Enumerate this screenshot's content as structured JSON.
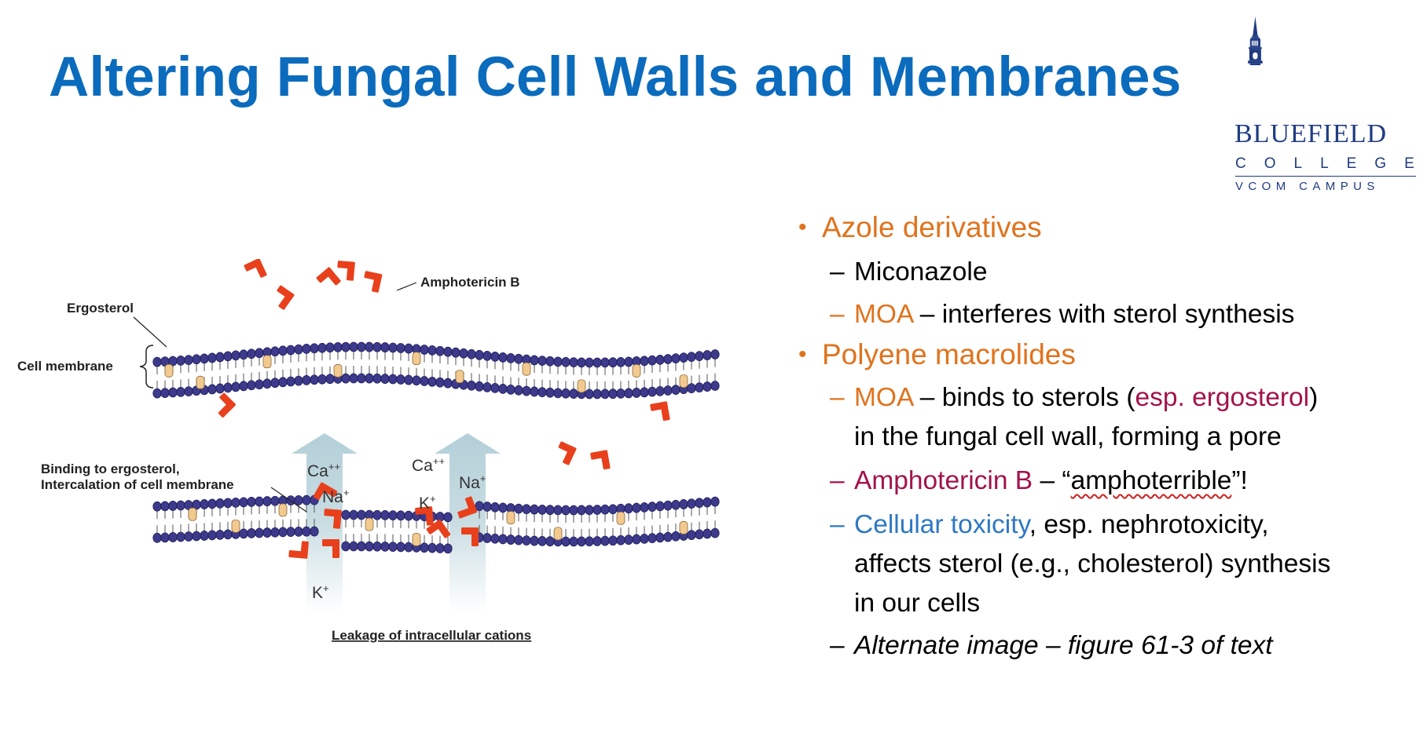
{
  "slide": {
    "title": "Altering Fungal Cell Walls and Membranes"
  },
  "logo": {
    "line1": "BLUEFIELD",
    "line2": "COLLEGE",
    "line3": "VCOM CAMPUS",
    "icon": "chapel-tower-icon",
    "color": "#1f3b82"
  },
  "diagram": {
    "labels": {
      "drug": "Amphotericin B",
      "ergosterol": "Ergosterol",
      "cell_membrane": "Cell membrane",
      "binding_line1": "Binding to ergosterol,",
      "binding_line2": "Intercalation of cell membrane",
      "leakage": "Leakage of intracellular cations"
    },
    "ions": {
      "ca": "Ca",
      "ca_charge": "++",
      "na": "Na",
      "na_charge": "+",
      "k": "K",
      "k_charge": "+"
    },
    "colors": {
      "drug": "#e8401c",
      "lipid_head": "#3d3a8c",
      "sterol": "#f2c98e",
      "arrow": "#c9dde3"
    }
  },
  "bullets": {
    "colors": {
      "accent": "#e0731d",
      "maroon": "#a3124b",
      "blue": "#2e78c2",
      "title": "#0b6bbd"
    },
    "azole": {
      "heading": "Azole derivatives",
      "item1": "Miconazole",
      "moa_label": "MOA",
      "moa_text": " – interferes with sterol synthesis"
    },
    "polyene": {
      "heading": "Polyene macrolides",
      "moa_label": "MOA",
      "moa_text1": " – binds to sterols (",
      "moa_esp": "esp. ergosterol",
      "moa_text2": ")",
      "moa_line2": "in the fungal cell wall, forming a pore",
      "ampho_label": "Amphotericin B",
      "ampho_text1": " – “",
      "ampho_nick": "amphoterrible",
      "ampho_text2": "”!",
      "tox_label": "Cellular toxicity",
      "tox_text": ", esp. nephrotoxicity,",
      "tox_line2": "affects sterol (e.g., cholesterol) synthesis",
      "tox_line3": "in our cells",
      "alt": "Alternate image – figure 61-3 of text"
    },
    "bullet_char": "•",
    "dash_char": "–"
  }
}
